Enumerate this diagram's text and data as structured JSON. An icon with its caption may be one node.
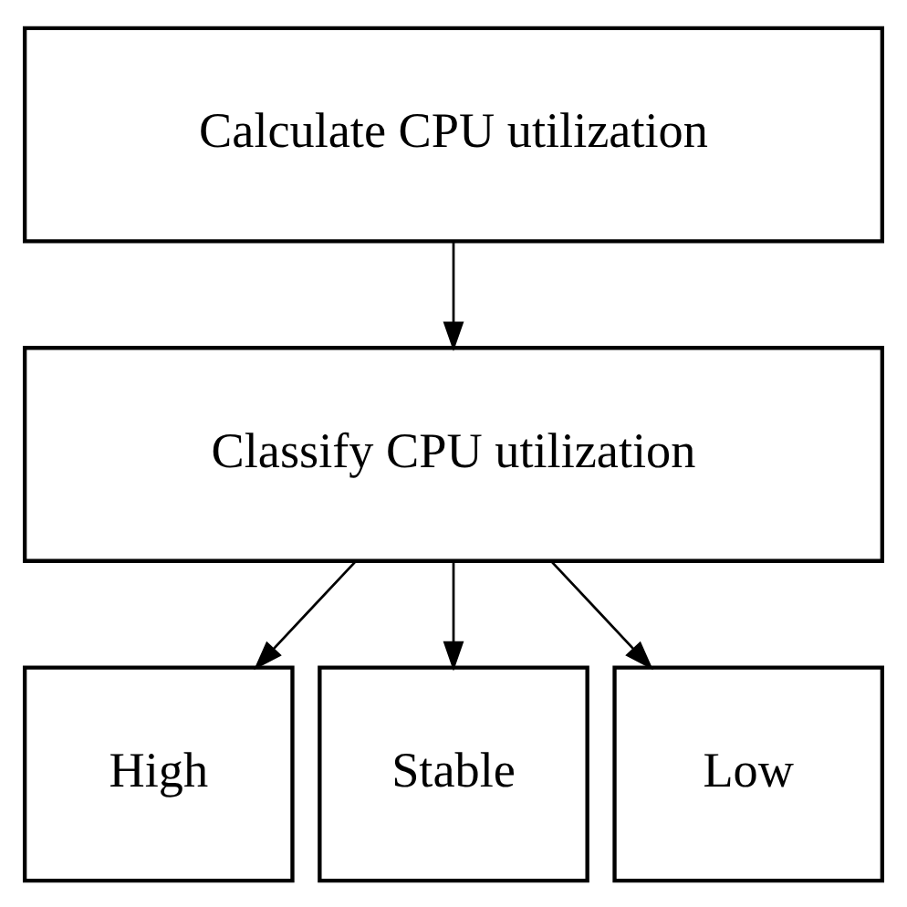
{
  "diagram": {
    "nodes": [
      {
        "text": [
          "Calculate CPU utilization"
        ]
      },
      {
        "text": [
          "Classify CPU utilization"
        ]
      },
      {
        "text": [
          "High"
        ]
      },
      {
        "text": [
          "Stable"
        ]
      },
      {
        "text": [
          "Low"
        ]
      }
    ],
    "edges": [
      {
        "from": 0,
        "to": 1,
        "arrow": "to"
      },
      {
        "from": 1,
        "to": 2,
        "arrow": "to"
      },
      {
        "from": 1,
        "to": 3,
        "arrow": "to"
      },
      {
        "from": 1,
        "to": 4,
        "arrow": "to"
      }
    ]
  }
}
